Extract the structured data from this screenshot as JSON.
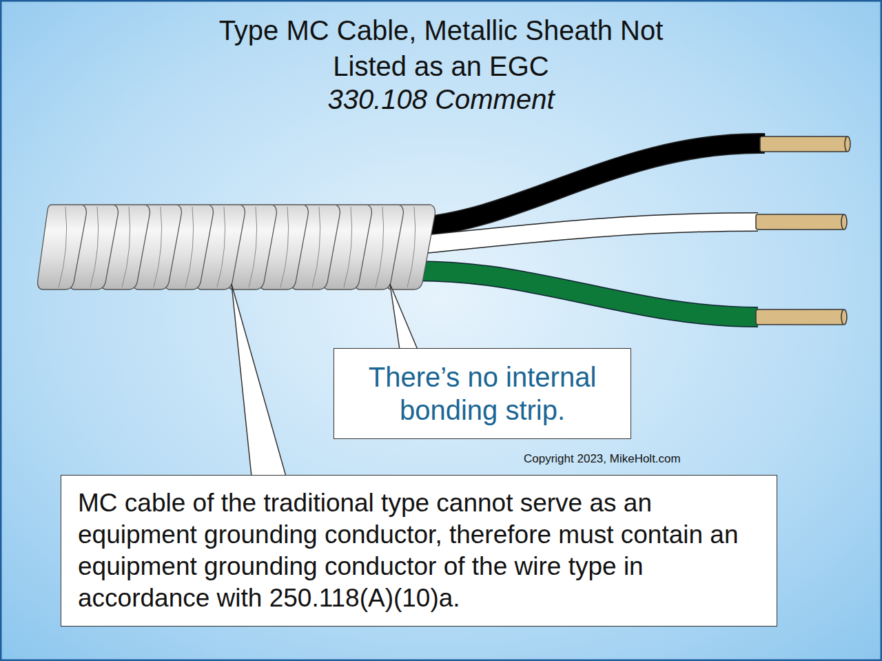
{
  "diagram": {
    "title": "Type MC Cable, Metallic Sheath Not Listed as an EGC",
    "nodes": [
      {
        "text": [
          "There’s no internal bonding strip."
        ]
      },
      {
        "text": [
          "MC cable of the traditional type cannot serve as an equipment grounding conductor, therefore must contain an equipment grounding conductor of the wire type in accordance with 250.118(A)(10)a."
        ]
      }
    ],
    "labels": [
      "330.108 Comment",
      "Copyright 2023, MikeHolt.com"
    ]
  }
}
